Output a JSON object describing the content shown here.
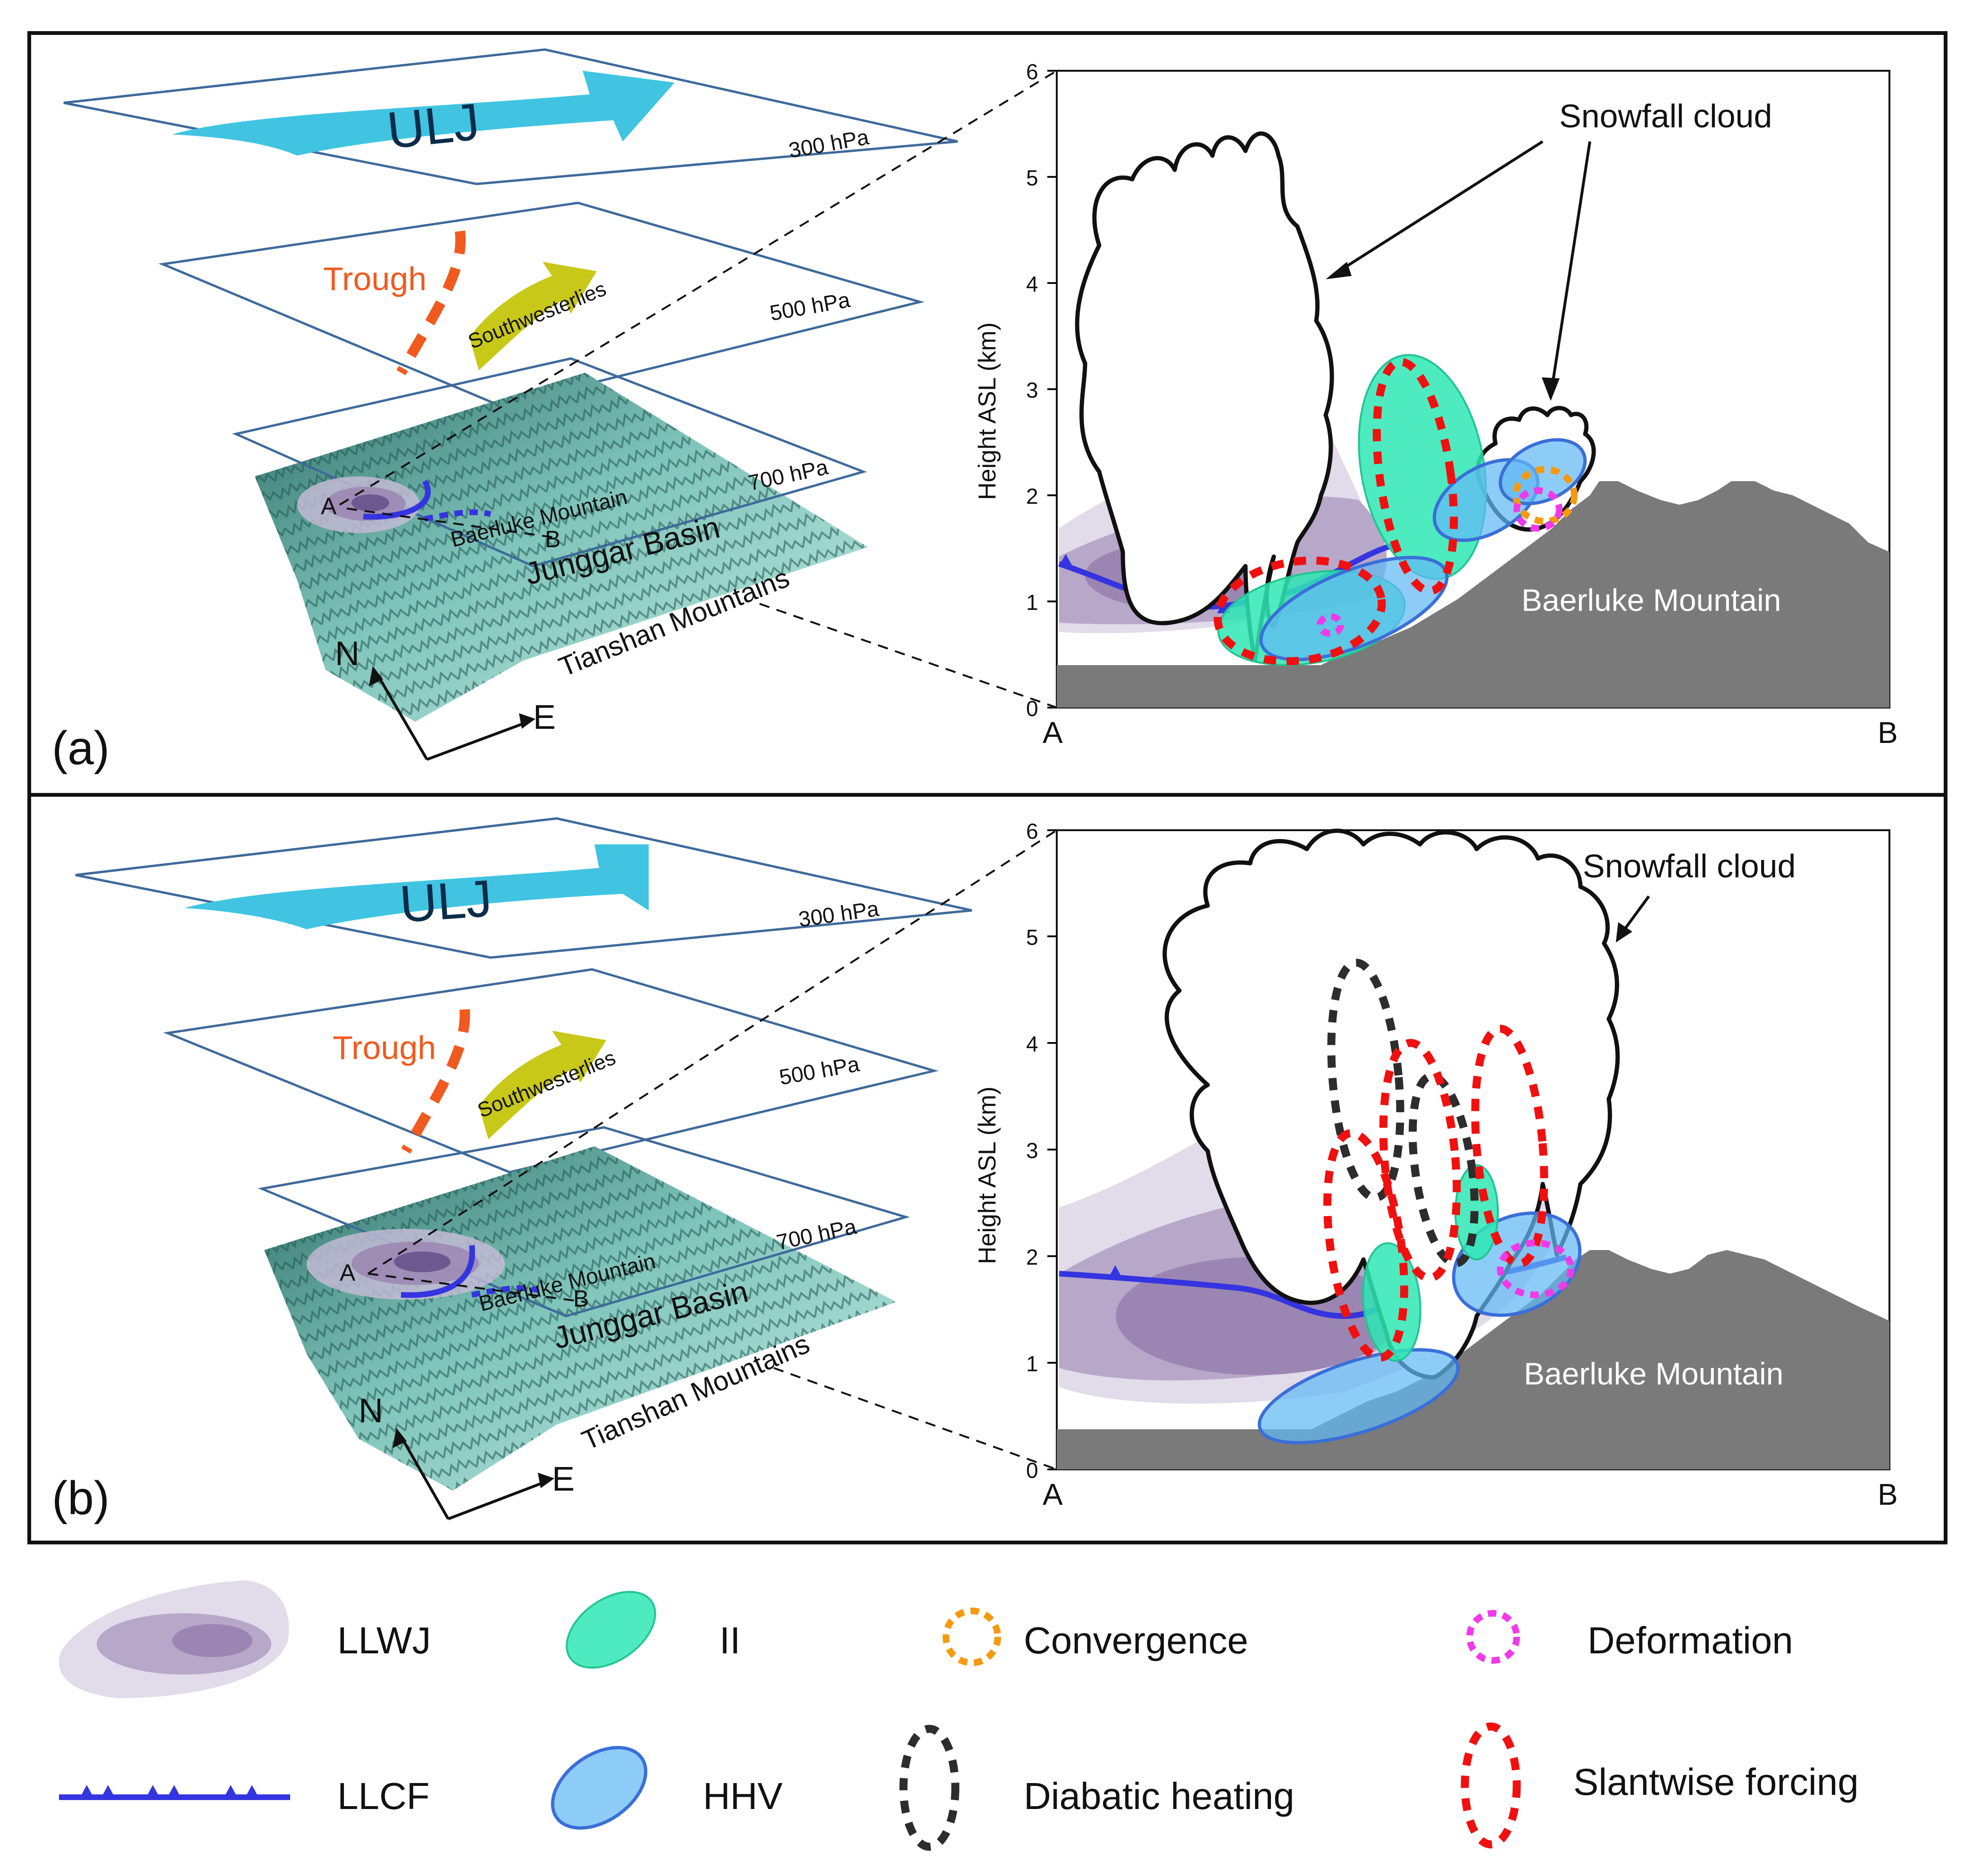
{
  "panels": [
    {
      "label": "(a)",
      "map": {
        "levels": [
          {
            "name": "300 hPa"
          },
          {
            "name": "500 hPa"
          },
          {
            "name": "700 hPa"
          }
        ],
        "jet_label": "ULJ",
        "trough_label": "Trough",
        "wind_label": "Southwesterlies",
        "terrain_labels": [
          "Baerluke Mountain",
          "Junggar Basin",
          "Tianshan Mountains"
        ],
        "point_a": "A",
        "point_b": "B",
        "north": "N",
        "east": "E"
      },
      "cross_section": {
        "y_axis_label": "Height ASL (km)",
        "y_ticks": [
          "0",
          "1",
          "2",
          "3",
          "4",
          "5",
          "6"
        ],
        "x_start": "A",
        "x_end": "B",
        "cloud_label": "Snowfall cloud",
        "mountain_label": "Baerluke Mountain"
      }
    },
    {
      "label": "(b)",
      "map": {
        "levels": [
          {
            "name": "300 hPa"
          },
          {
            "name": "500 hPa"
          },
          {
            "name": "700 hPa"
          }
        ],
        "jet_label": "ULJ",
        "trough_label": "Trough",
        "wind_label": "Southwesterlies",
        "terrain_labels": [
          "Baerluke Mountain",
          "Junggar Basin",
          "Tianshan Mountains"
        ],
        "point_a": "A",
        "point_b": "B",
        "north": "N",
        "east": "E"
      },
      "cross_section": {
        "y_axis_label": "Height ASL (km)",
        "y_ticks": [
          "0",
          "1",
          "2",
          "3",
          "4",
          "5",
          "6"
        ],
        "x_start": "A",
        "x_end": "B",
        "cloud_label": "Snowfall cloud",
        "mountain_label": "Baerluke Mountain"
      }
    }
  ],
  "legend": [
    {
      "key": "llwj",
      "label": "LLWJ",
      "color": "#9b86b3"
    },
    {
      "key": "ii",
      "label": "II",
      "color": "#2ee8b4"
    },
    {
      "key": "convergence",
      "label": "Convergence",
      "color": "#f59a10"
    },
    {
      "key": "deformation",
      "label": "Deformation",
      "color": "#f03ae8"
    },
    {
      "key": "llcf",
      "label": "LLCF",
      "color": "#3434e0"
    },
    {
      "key": "hhv",
      "label": "HHV",
      "color": "#62b8f5"
    },
    {
      "key": "diabatic",
      "label": "Diabatic heating",
      "color": "#2d2d2d"
    },
    {
      "key": "slantwise",
      "label": "Slantwise forcing",
      "color": "#f01010"
    }
  ],
  "colors": {
    "jet": "#40c4e2",
    "trough": "#f05a1e",
    "wind_arrow": "#c8c818",
    "terrain_dark": "#2e6e68",
    "terrain_light": "#bfe9e2",
    "ground": "#7a7a7a"
  }
}
